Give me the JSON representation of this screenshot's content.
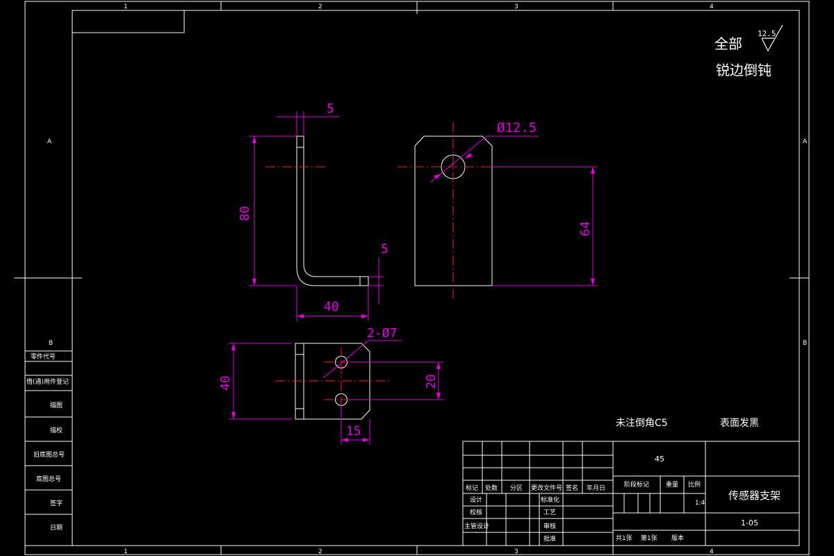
{
  "border": {
    "top_zones": [
      "1",
      "2",
      "3",
      "4"
    ],
    "bottom_zones": [
      "1",
      "2",
      "3",
      "4"
    ],
    "right_zones": [
      "A",
      "B"
    ],
    "left_zones": [
      "A",
      "B"
    ]
  },
  "notes": {
    "roughness_prefix": "全部",
    "roughness_value": "12.5",
    "deburr": "锐边倒钝",
    "chamfer": "未注倒角C5",
    "surface": "表面发黑"
  },
  "dimensions": {
    "front_thickness": "5",
    "front_height": "80",
    "front_foot_thickness": "5",
    "front_width": "40",
    "side_hole": "Ø12.5",
    "side_hole_height": "64",
    "top_holes": "2-Ø7",
    "top_width": "40",
    "top_hole_spacing": "20",
    "top_hole_offset": "15"
  },
  "left_table": {
    "zone_letter": "B",
    "rows": [
      "零件代号",
      "借(通)用件登记",
      "描图",
      "描校",
      "旧底图总号",
      "底图总号",
      "签字",
      "日期"
    ]
  },
  "title_block": {
    "material": "45",
    "part_name": "传感器支架",
    "drawing_no": "1-05",
    "header_cells": [
      "标记",
      "处数",
      "分区",
      "更改文件号",
      "签名",
      "年月日"
    ],
    "row_labels": [
      "设计",
      "校核",
      "主管设计"
    ],
    "mid_labels": [
      "标准化",
      "工艺",
      "审核",
      "批准"
    ],
    "stage_label": "阶段标记",
    "weight_label": "重量",
    "scale_label": "比例",
    "scale_value": "1:4",
    "sheets_total": "共1张",
    "sheet_no": "第1张",
    "version": "版本"
  }
}
